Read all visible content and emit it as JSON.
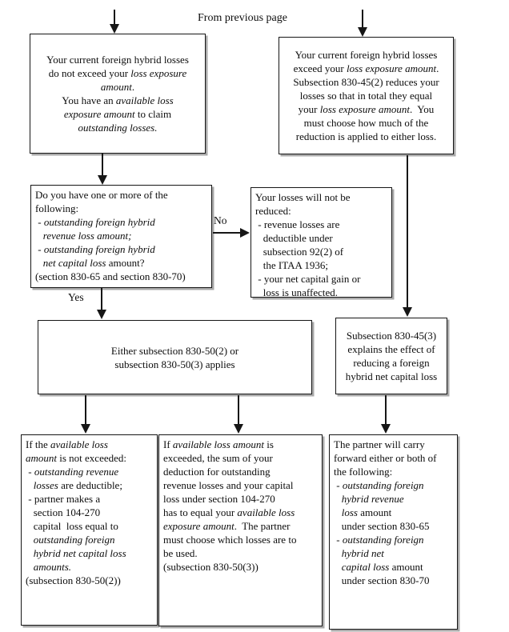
{
  "title": "From previous page",
  "labels": {
    "no": "No",
    "yes": "Yes"
  },
  "boxes": {
    "top_left": {
      "runs": [
        {
          "t": "Your current foreign hybrid losses\ndo not exceed your "
        },
        {
          "t": "loss exposure\namount",
          "i": true
        },
        {
          "t": ".\nYou have an "
        },
        {
          "t": "available loss\nexposure amount",
          "i": true
        },
        {
          "t": " to claim\n"
        },
        {
          "t": "outstanding losses.",
          "i": true
        }
      ]
    },
    "top_right": {
      "runs": [
        {
          "t": "Your current foreign hybrid losses\nexceed your "
        },
        {
          "t": "loss exposure amount",
          "i": true
        },
        {
          "t": ".\nSubsection 830-45(2) reduces your\nlosses so that in total they equal\nyour "
        },
        {
          "t": "loss exposure amount",
          "i": true
        },
        {
          "t": ".  You\nmust choose how much of the\nreduction is applied to either loss."
        }
      ]
    },
    "question": {
      "runs": [
        {
          "t": "Do you have one or more of the\nfollowing:\n - "
        },
        {
          "t": "outstanding foreign hybrid\n   revenue loss amount;",
          "i": true
        },
        {
          "t": "\n - "
        },
        {
          "t": "outstanding foreign hybrid\n   net capital loss",
          "i": true
        },
        {
          "t": " amount?\n(section 830-65 and section 830-70)"
        }
      ]
    },
    "not_reduced": {
      "runs": [
        {
          "t": "Your losses will not be\nreduced:\n - revenue losses are\n   deductible under\n   subsection 92(2) of\n   the ITAA 1936;\n - your net capital gain or\n   loss is unaffected."
        }
      ]
    },
    "either_applies": {
      "runs": [
        {
          "t": "Either subsection 830-50(2) or\nsubsection 830-50(3) applies"
        }
      ]
    },
    "explains": {
      "runs": [
        {
          "t": "Subsection 830-45(3)\nexplains the effect of\nreducing a foreign\nhybrid net capital loss"
        }
      ]
    },
    "not_exceeded": {
      "runs": [
        {
          "t": "If the "
        },
        {
          "t": "available loss\namount",
          "i": true
        },
        {
          "t": " is not exceeded:\n - "
        },
        {
          "t": "outstanding revenue\n   losses",
          "i": true
        },
        {
          "t": " are deductible;\n - partner makes a\n   section 104-270\n   capital  loss equal to\n   "
        },
        {
          "t": "outstanding foreign\n   hybrid net capital loss\n   amounts.",
          "i": true
        },
        {
          "t": "\n(subsection 830-50(2))"
        }
      ]
    },
    "exceeded": {
      "runs": [
        {
          "t": "If "
        },
        {
          "t": "available loss amount",
          "i": true
        },
        {
          "t": " is\nexceeded, the sum of your\ndeduction for outstanding\nrevenue losses and your capital\nloss under section 104-270\nhas to equal your "
        },
        {
          "t": "available loss\nexposure amount",
          "i": true
        },
        {
          "t": ".  The partner\nmust choose which losses are to\nbe used.\n(subsection 830-50(3))"
        }
      ]
    },
    "carry_forward": {
      "runs": [
        {
          "t": "The partner will carry\nforward either or both of\nthe following:\n - "
        },
        {
          "t": "outstanding foreign\n   hybrid revenue\n   loss",
          "i": true
        },
        {
          "t": " amount\n   under section 830-65\n - "
        },
        {
          "t": "outstanding foreign\n   hybrid net\n   capital loss",
          "i": true
        },
        {
          "t": " amount\n   under section 830-70"
        }
      ]
    }
  }
}
